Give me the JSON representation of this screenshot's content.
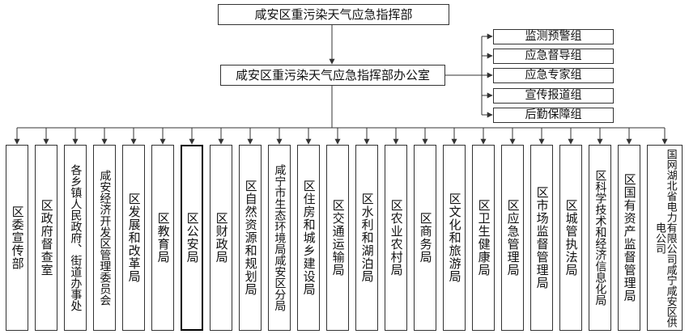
{
  "diagram": {
    "headquarters": "咸安区重污染天气应急指挥部",
    "office": "咸安区重污染天气应急指挥部办公室",
    "groups": [
      "监测预警组",
      "应急督导组",
      "应急专家组",
      "宣传报道组",
      "后勤保障组"
    ],
    "units": [
      "区委宣传部",
      "区政府督查室",
      "各乡镇人民政府、街道办事处",
      "咸安经济开发区管理委员会",
      "区发展和改革局",
      "区教育局",
      "区公安局",
      "区财政局",
      "区自然资源和规划局",
      "咸宁市生态环境局咸安区分局",
      "区住房和城乡建设局",
      "区交通运输局",
      "区水利和湖泊局",
      "区农业农村局",
      "区商务局",
      "区文化和旅游局",
      "区卫生健康局",
      "区应急管理局",
      "区市场监督管理局",
      "区城管执法局",
      "区科学技术和经济信息化局",
      "区国有资产监督管理局",
      "国网湖北省电力有限公司咸宁咸安区供电公司"
    ]
  }
}
